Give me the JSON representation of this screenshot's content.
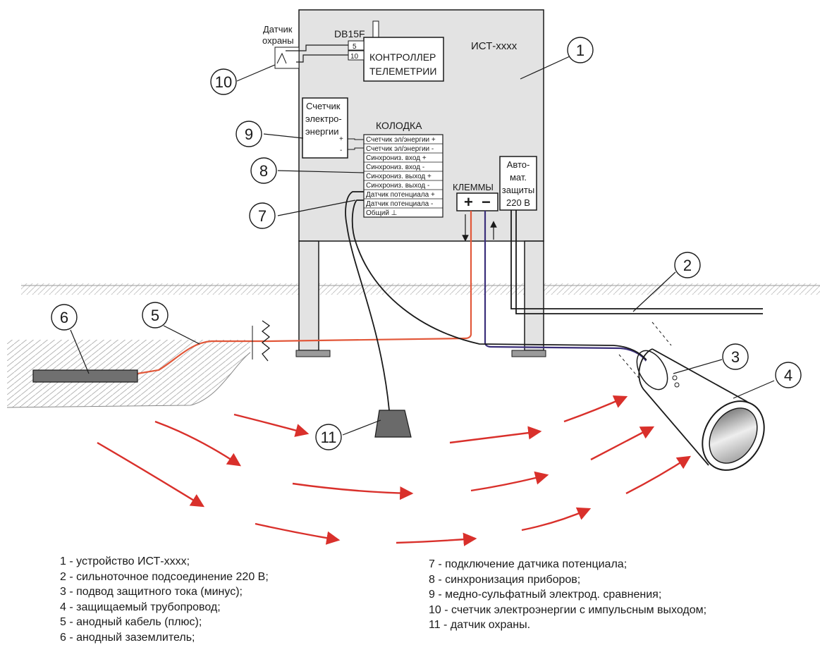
{
  "labels": {
    "device_title": "ИСТ-хххх",
    "guard_sensor": [
      "Датчик",
      "охраны"
    ],
    "connector": "DB15F",
    "pin_5": "5",
    "pin_10": "10",
    "controller": [
      "КОНТРОЛЛЕР",
      "ТЕЛЕМЕТРИИ"
    ],
    "meter": [
      "Счетчик",
      "электро-",
      "энергии"
    ],
    "meter_plus": "+",
    "meter_minus": "-",
    "terminal_block_title": "КОЛОДКА",
    "terminal_rows": [
      "Счетчик эл/энергии +",
      "Счетчик эл/энергии -",
      "Синхрониз. вход +",
      "Синхрониз. вход -",
      "Синхрониз. выход +",
      "Синхрониз. выход -",
      "Датчик потенциала +",
      "Датчик потенциала -",
      "Общий ⊥"
    ],
    "terminals": "КЛЕММЫ",
    "terminal_plus": "+",
    "terminal_minus": "−",
    "breaker": [
      "Авто-",
      "мат.",
      "защиты",
      "220 В"
    ]
  },
  "callouts": [
    "1",
    "2",
    "3",
    "4",
    "5",
    "6",
    "7",
    "8",
    "9",
    "10",
    "11"
  ],
  "legend_left": [
    "1 - устройство ИСТ-хххх;",
    "2 - сильноточное подсоединение 220 В;",
    "3 - подвод защитного тока (минус);",
    "4 - защищаемый трубопровод;",
    "5 - анодный кабель (плюс);",
    "6 - анодный заземлитель;"
  ],
  "legend_right": [
    "7 - подключение датчика потенциала;",
    "8 - синхронизация приборов;",
    "9 - медно-сульфатный электрод. сравнения;",
    "10 - счетчик электроэнергии с импульсным выходом;",
    "11 - датчик охраны."
  ],
  "colors": {
    "cabinet_fill": "#e3e3e3",
    "outline": "#1a1a1a",
    "anode_cable": "#e2583a",
    "cathode_cable": "#3b2f7a",
    "current_arrows": "#d9302b",
    "electrode": "#6a6a6a",
    "anode": "#707070",
    "hatch": "#bbbbbb"
  }
}
